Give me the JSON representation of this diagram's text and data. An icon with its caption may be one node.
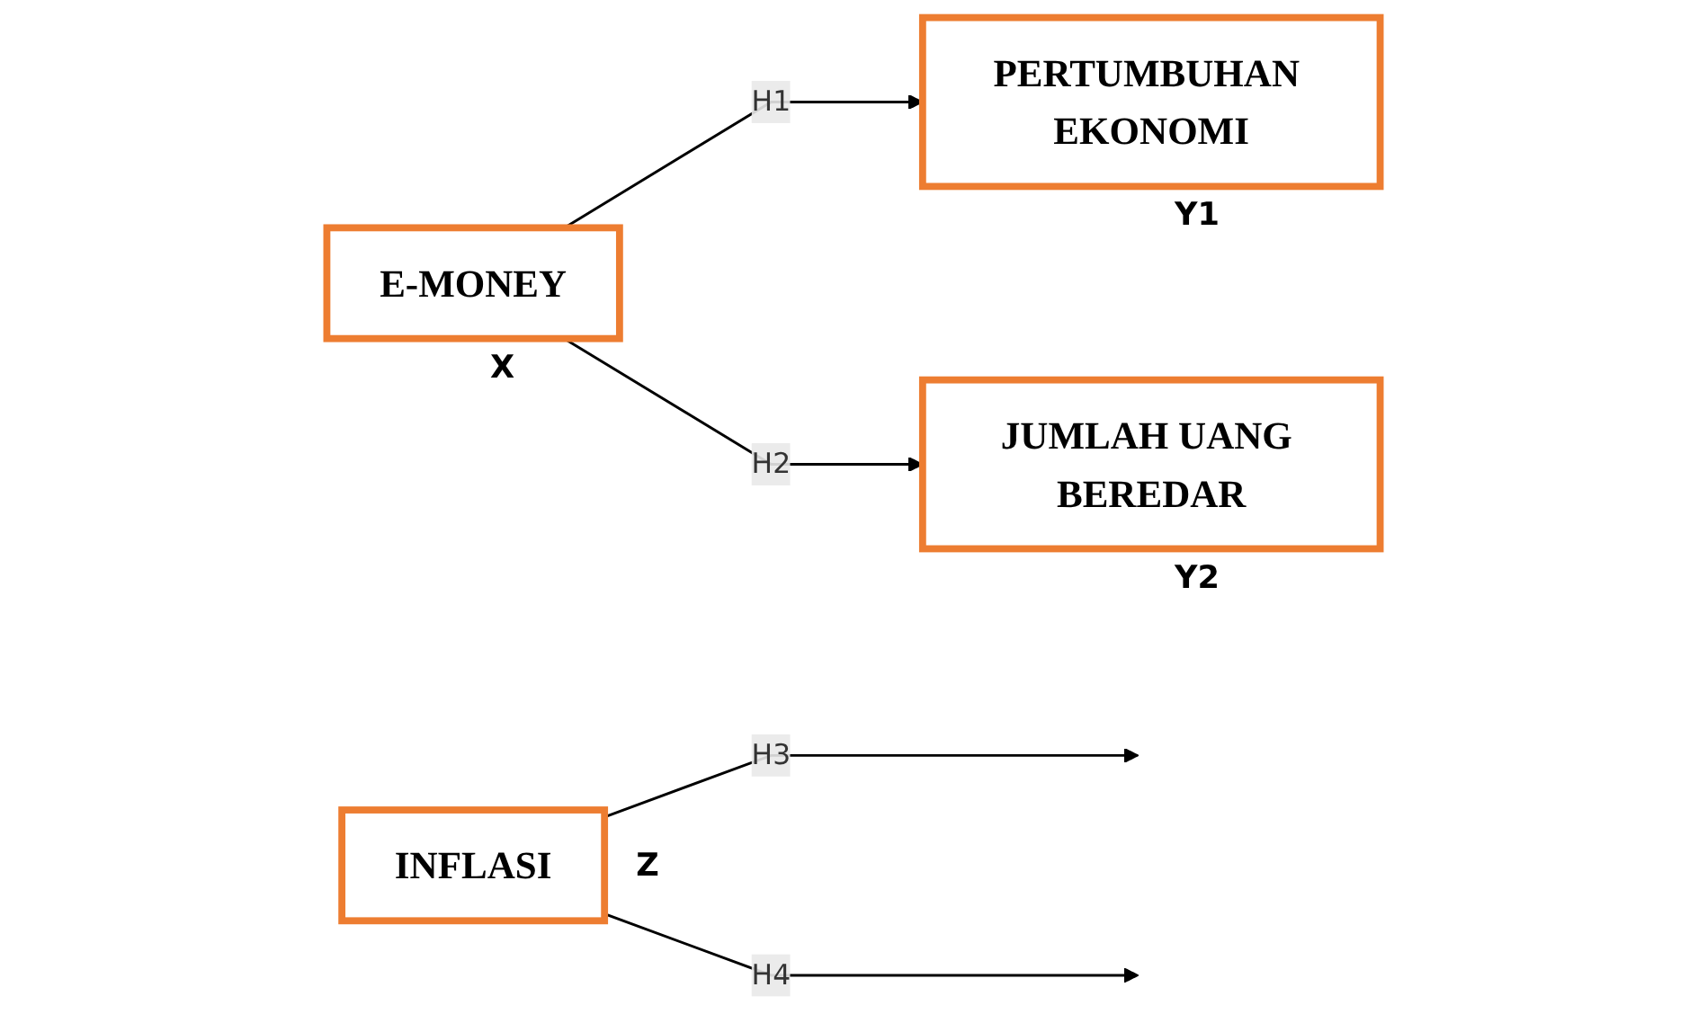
{
  "diagram": {
    "nodes": [
      {
        "text": [
          "E-MONEY"
        ],
        "beside": [
          "X"
        ]
      },
      {
        "text": [
          "PERTUMBUHAN EKONOMI"
        ],
        "beside": [
          "Y1"
        ]
      },
      {
        "text": [
          "INFLASI"
        ],
        "beside": [
          "Z"
        ]
      },
      {
        "text": [
          "JUMLAH UANG BEREDAR"
        ],
        "beside": [
          "Y2"
        ]
      }
    ],
    "edges": [
      {
        "from": 0,
        "to": 1,
        "arrow": "to",
        "label": "H1"
      },
      {
        "from": 0,
        "to": 3,
        "arrow": "to",
        "label": "H2"
      },
      {
        "from": 2,
        "to": null,
        "arrow": "to",
        "label": "H3"
      },
      {
        "from": 2,
        "to": null,
        "arrow": "to",
        "label": "H4"
      }
    ]
  }
}
